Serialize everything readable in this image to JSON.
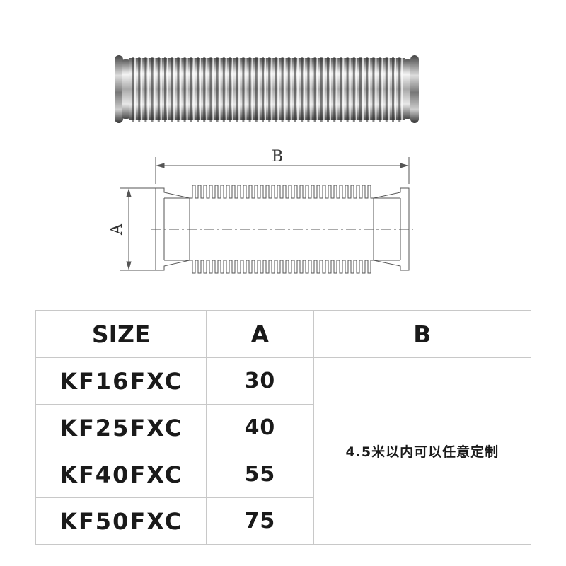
{
  "drawing": {
    "dim_a": "A",
    "dim_b": "B"
  },
  "table": {
    "headers": [
      "SIZE",
      "A",
      "B"
    ],
    "rows": [
      {
        "size": "KF16FXC",
        "a": "30"
      },
      {
        "size": "KF25FXC",
        "a": "40"
      },
      {
        "size": "KF40FXC",
        "a": "55"
      },
      {
        "size": "KF50FXC",
        "a": "75"
      }
    ],
    "b_value": "4.5米以内可以任意定制"
  }
}
